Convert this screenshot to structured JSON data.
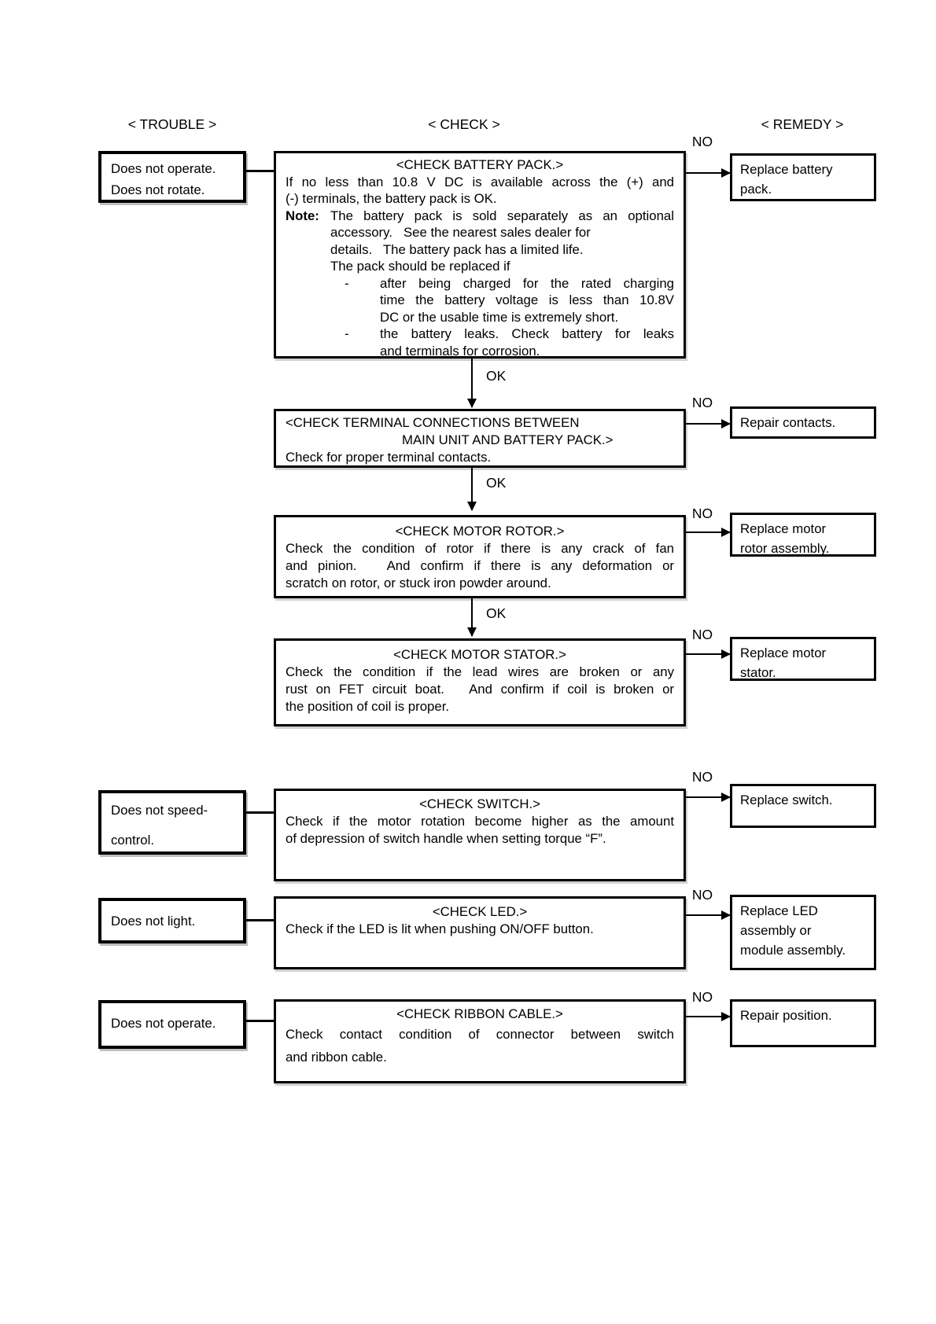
{
  "headers": {
    "trouble": "< TROUBLE >",
    "check": "< CHECK >",
    "remedy": "< REMEDY >"
  },
  "labels": {
    "no": "NO",
    "ok": "OK"
  },
  "trouble_boxes": [
    {
      "lines": [
        "Does not operate.",
        "Does not rotate."
      ]
    },
    {
      "lines": [
        "Does not speed-",
        "control."
      ]
    },
    {
      "lines": [
        "Does not light."
      ]
    },
    {
      "lines": [
        "Does not operate."
      ]
    }
  ],
  "check_boxes": [
    {
      "title": "<CHECK BATTERY PACK.>",
      "body": [
        "If no less than 10.8 V DC is available across the (+) and",
        "(-) terminals, the battery pack is OK."
      ],
      "note_label": "Note:",
      "note_lines": [
        "The battery pack is sold separately as an optional",
        "accessory.   See the nearest sales dealer for",
        "details.   The battery pack has a limited life.",
        "The pack should be replaced if"
      ],
      "bullets": [
        {
          "marker": "-",
          "lines": [
            "after being charged for the rated charging",
            "time the battery voltage is less than 10.8V",
            "DC or the usable time is extremely short."
          ]
        },
        {
          "marker": "-",
          "lines": [
            "the battery leaks. Check battery for leaks",
            "and terminals for corrosion."
          ]
        }
      ]
    },
    {
      "title_lines": [
        "<CHECK TERMINAL CONNECTIONS BETWEEN",
        "MAIN UNIT AND BATTERY PACK.>"
      ],
      "body": [
        "Check for proper terminal contacts."
      ]
    },
    {
      "title": "<CHECK MOTOR ROTOR.>",
      "body": [
        "Check the condition of rotor if there is any crack of fan",
        "and pinion.   And confirm if there is any deformation or",
        "scratch on rotor, or stuck iron powder around."
      ]
    },
    {
      "title": "<CHECK MOTOR STATOR.>",
      "body": [
        "Check the condition if the lead wires are broken or any",
        "rust on FET circuit boat.   And confirm if coil is broken or",
        "the position of coil is proper."
      ]
    },
    {
      "title": "<CHECK SWITCH.>",
      "body": [
        "Check if the motor rotation become higher as the amount",
        "of depression of switch handle when setting torque “F”."
      ]
    },
    {
      "title": "<CHECK LED.>",
      "body": [
        "Check if the LED is lit when pushing ON/OFF button."
      ]
    },
    {
      "title": "<CHECK RIBBON CABLE.>",
      "body": [
        "Check contact condition of connector between switch",
        "and ribbon cable."
      ]
    }
  ],
  "remedy_boxes": [
    {
      "lines": [
        "Replace battery",
        "pack."
      ]
    },
    {
      "lines": [
        "Repair contacts."
      ]
    },
    {
      "lines": [
        "Replace motor",
        "rotor assembly."
      ]
    },
    {
      "lines": [
        "Replace motor",
        "stator."
      ]
    },
    {
      "lines": [
        "Replace switch."
      ]
    },
    {
      "lines": [
        "Replace LED",
        "assembly or",
        "module assembly."
      ]
    },
    {
      "lines": [
        "Repair position."
      ]
    }
  ]
}
